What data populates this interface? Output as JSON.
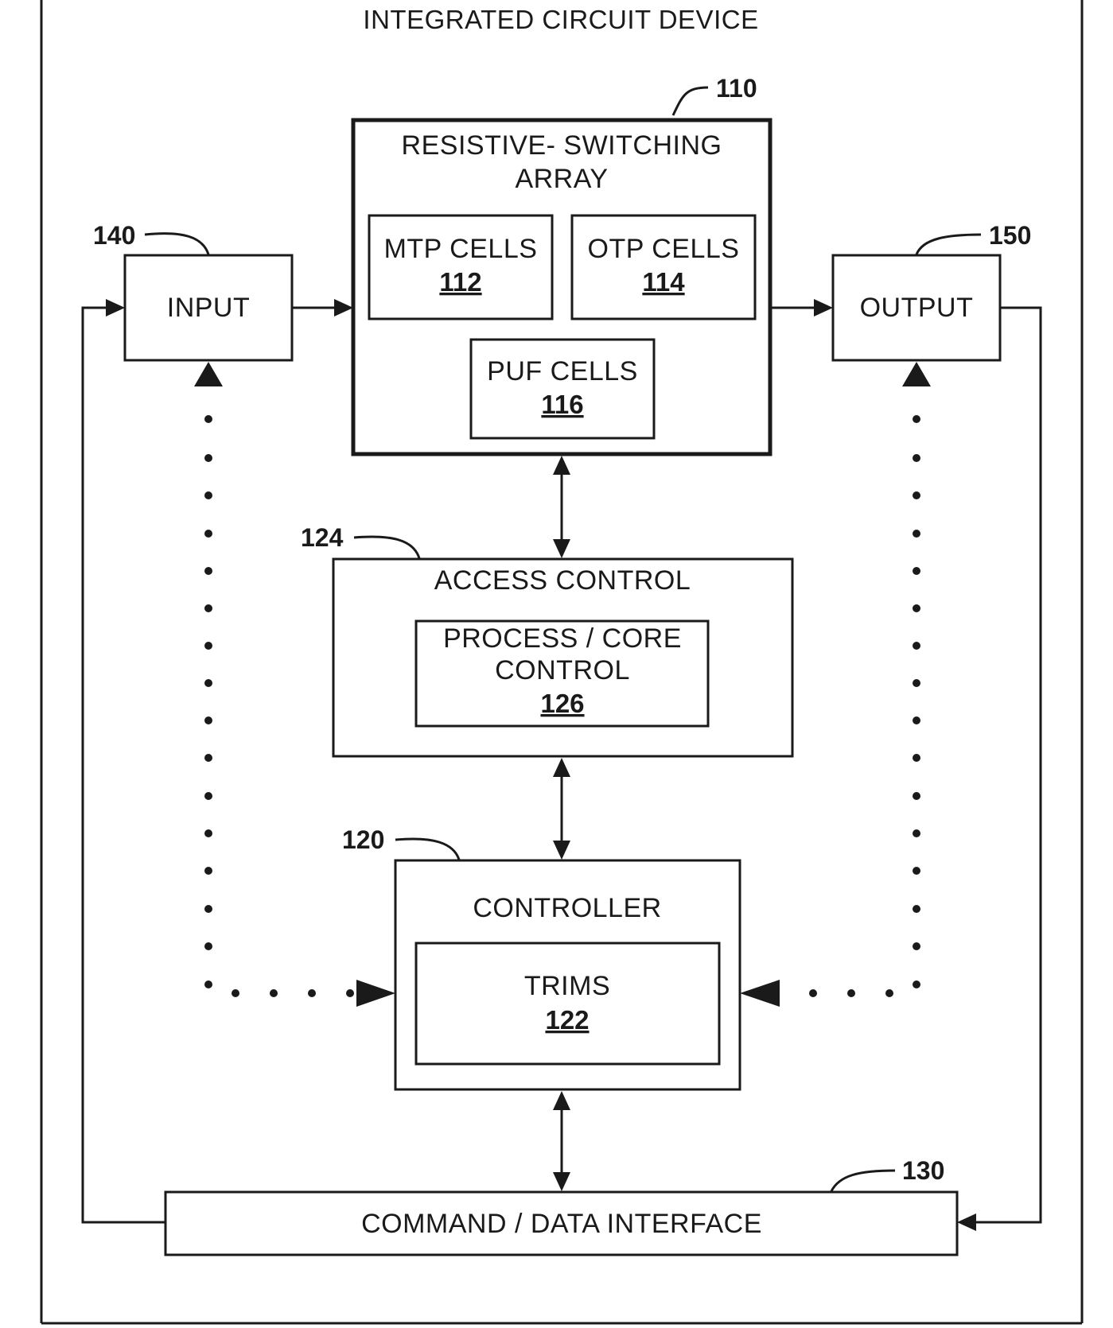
{
  "device_title": "INTEGRATED CIRCUIT DEVICE",
  "blocks": {
    "array": {
      "title_line1": "RESISTIVE- SWITCHING",
      "title_line2": "ARRAY",
      "ref": "110"
    },
    "mtp": {
      "label": "MTP CELLS",
      "number": "112"
    },
    "otp": {
      "label": "OTP CELLS",
      "number": "114"
    },
    "puf": {
      "label": "PUF CELLS",
      "number": "116"
    },
    "input": {
      "label": "INPUT",
      "ref": "140"
    },
    "output": {
      "label": "OUTPUT",
      "ref": "150"
    },
    "access_control": {
      "label": "ACCESS CONTROL",
      "ref": "124"
    },
    "process_core": {
      "label_line1": "PROCESS / CORE",
      "label_line2": "CONTROL",
      "number": "126"
    },
    "controller": {
      "label": "CONTROLLER",
      "ref": "120"
    },
    "trims": {
      "label": "TRIMS",
      "number": "122"
    },
    "interface": {
      "label": "COMMAND / DATA INTERFACE",
      "ref": "130"
    }
  }
}
